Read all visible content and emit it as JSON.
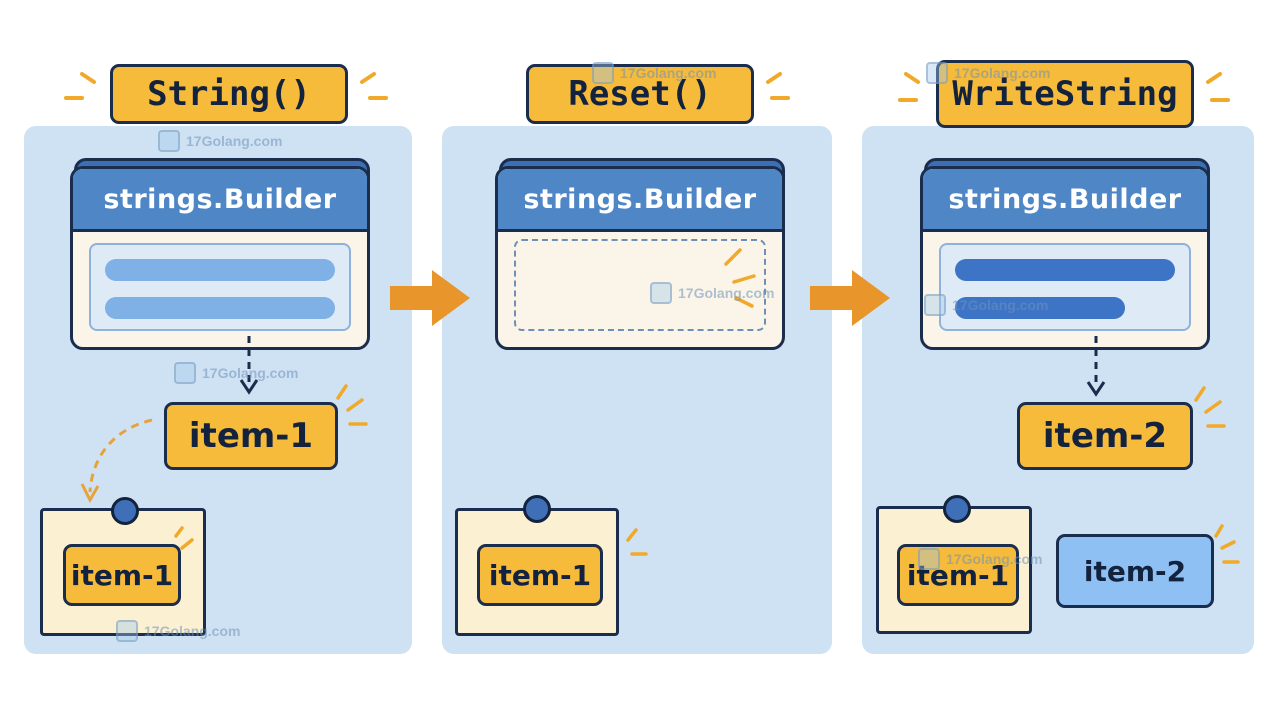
{
  "steps": [
    {
      "method": "String()",
      "builder_label": "strings.Builder",
      "output_item": "item-1",
      "note_item": "item-1"
    },
    {
      "method": "Reset()",
      "builder_label": "strings.Builder",
      "note_item": "item-1"
    },
    {
      "method": "WriteString",
      "builder_label": "strings.Builder",
      "output_item": "item-2",
      "note_item": "item-1",
      "new_item": "item-2"
    }
  ],
  "watermark": "17Golang.com",
  "colors": {
    "panel": "#cfe2f3",
    "accent_yellow": "#f6bb3a",
    "builder_header": "#4f86c6",
    "arrow_orange": "#e8952b",
    "outline": "#1b2d4d",
    "new_item_blue": "#8ec0f4"
  }
}
